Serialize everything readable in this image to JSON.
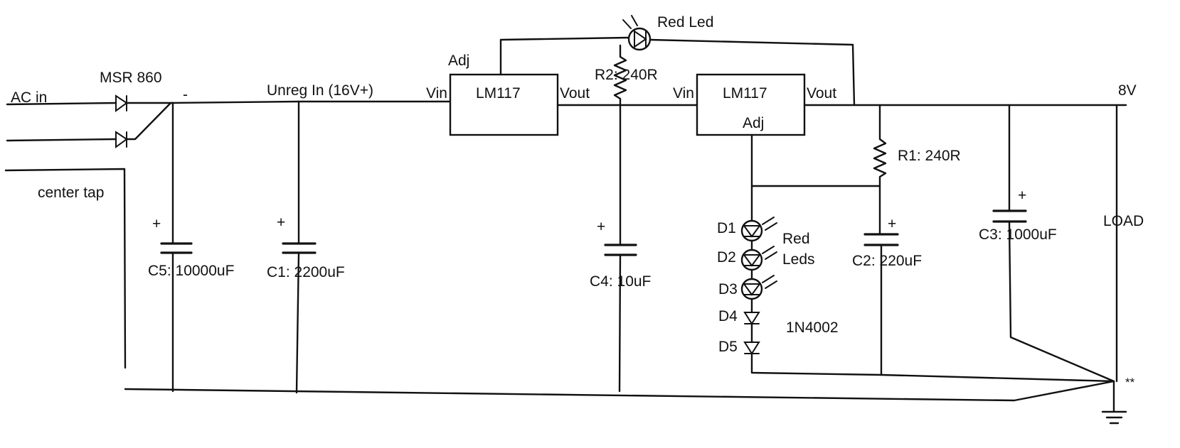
{
  "labels": {
    "ac_in": "AC in",
    "rectifier": "MSR 860",
    "center_tap": "center tap",
    "unreg_in": "Unreg In (16V+)",
    "reg1_name": "LM117",
    "reg1_vin": "Vin",
    "reg1_vout": "Vout",
    "reg1_adj": "Adj",
    "reg2_name": "LM117",
    "reg2_vin": "Vin",
    "reg2_vout": "Vout",
    "reg2_adj": "Adj",
    "red_led": "Red Led",
    "r2": "R2: 240R",
    "r1": "R1: 240R",
    "c5": "C5: 10000uF",
    "c1": "C1: 2200uF",
    "c4": "C4: 10uF",
    "c2": "C2: 220uF",
    "c3": "C3: 1000uF",
    "d1": "D1",
    "d2": "D2",
    "d3": "D3",
    "d4": "D4",
    "d5": "D5",
    "red_leds_1": "Red",
    "red_leds_2": "Leds",
    "diode_part": "1N4002",
    "out_voltage": "8V",
    "load": "LOAD",
    "star_ground": "**",
    "plus": "+",
    "minus": "-"
  }
}
